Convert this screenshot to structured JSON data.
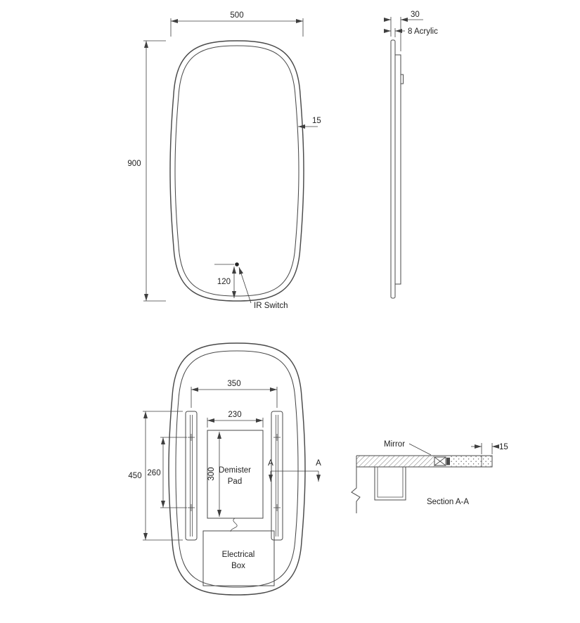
{
  "sheet": {
    "background_color": "#ffffff",
    "line_color": "#4a4a4a"
  },
  "front_view": {
    "dim_width": "500",
    "dim_height": "900",
    "dim_frame_inset": "15",
    "dim_switch_offset": "120",
    "switch_label": "IR Switch"
  },
  "side_view": {
    "dim_depth": "30",
    "acrylic_label": "8 Acrylic"
  },
  "back_view": {
    "dim_bracket_span": "350",
    "dim_bracket_length": "450",
    "dim_hole_spacing": "260",
    "dim_pad_width": "230",
    "dim_pad_height": "300",
    "demister_line1": "Demister",
    "demister_line2": "Pad",
    "electrical_line1": "Electrical",
    "electrical_line2": "Box",
    "section_label_left": "A",
    "section_label_right": "A"
  },
  "section_view": {
    "mirror_label": "Mirror",
    "dim_edge": "15",
    "caption": "Section A-A"
  }
}
